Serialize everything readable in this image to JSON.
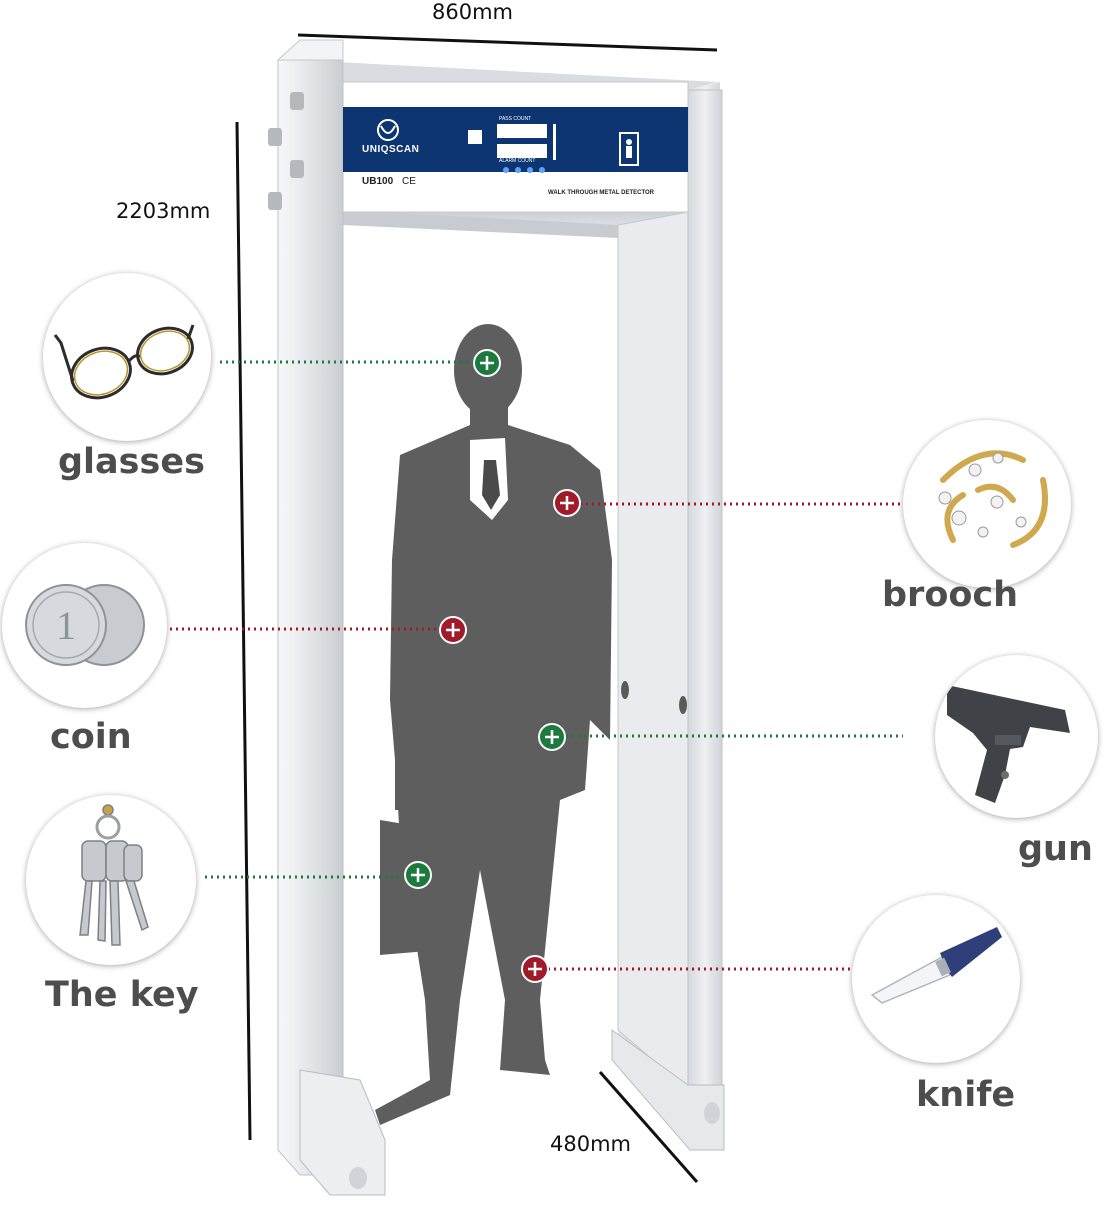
{
  "dimensions": {
    "width_label": "860mm",
    "height_label": "2203mm",
    "depth_label": "480mm"
  },
  "panel": {
    "brand": "UNIQSCAN",
    "model": "UB100",
    "marks": "CE",
    "pass_count_label": "PASS COUNT",
    "alarm_count_label": "ALARM COUNT",
    "product_name": "WALK THROUGH METAL DETECTOR",
    "color": "#0d3572"
  },
  "items": [
    {
      "id": "glasses",
      "label": "glasses",
      "marker_color": "#1b7a3c",
      "icon": "glasses-icon"
    },
    {
      "id": "coin",
      "label": "coin",
      "marker_color": "#a01a2a",
      "icon": "coin-icon"
    },
    {
      "id": "key",
      "label": "The key",
      "marker_color": "#1b7a3c",
      "icon": "key-icon"
    },
    {
      "id": "brooch",
      "label": "brooch",
      "marker_color": "#a01a2a",
      "icon": "brooch-icon"
    },
    {
      "id": "gun",
      "label": "gun",
      "marker_color": "#1b7a3c",
      "icon": "gun-icon"
    },
    {
      "id": "knife",
      "label": "knife",
      "marker_color": "#a01a2a",
      "icon": "knife-icon"
    }
  ],
  "colors": {
    "silhouette": "#5e5e5e",
    "frame": "#e6e9ec",
    "green_marker": "#1b7a3c",
    "red_marker": "#a01a2a"
  }
}
